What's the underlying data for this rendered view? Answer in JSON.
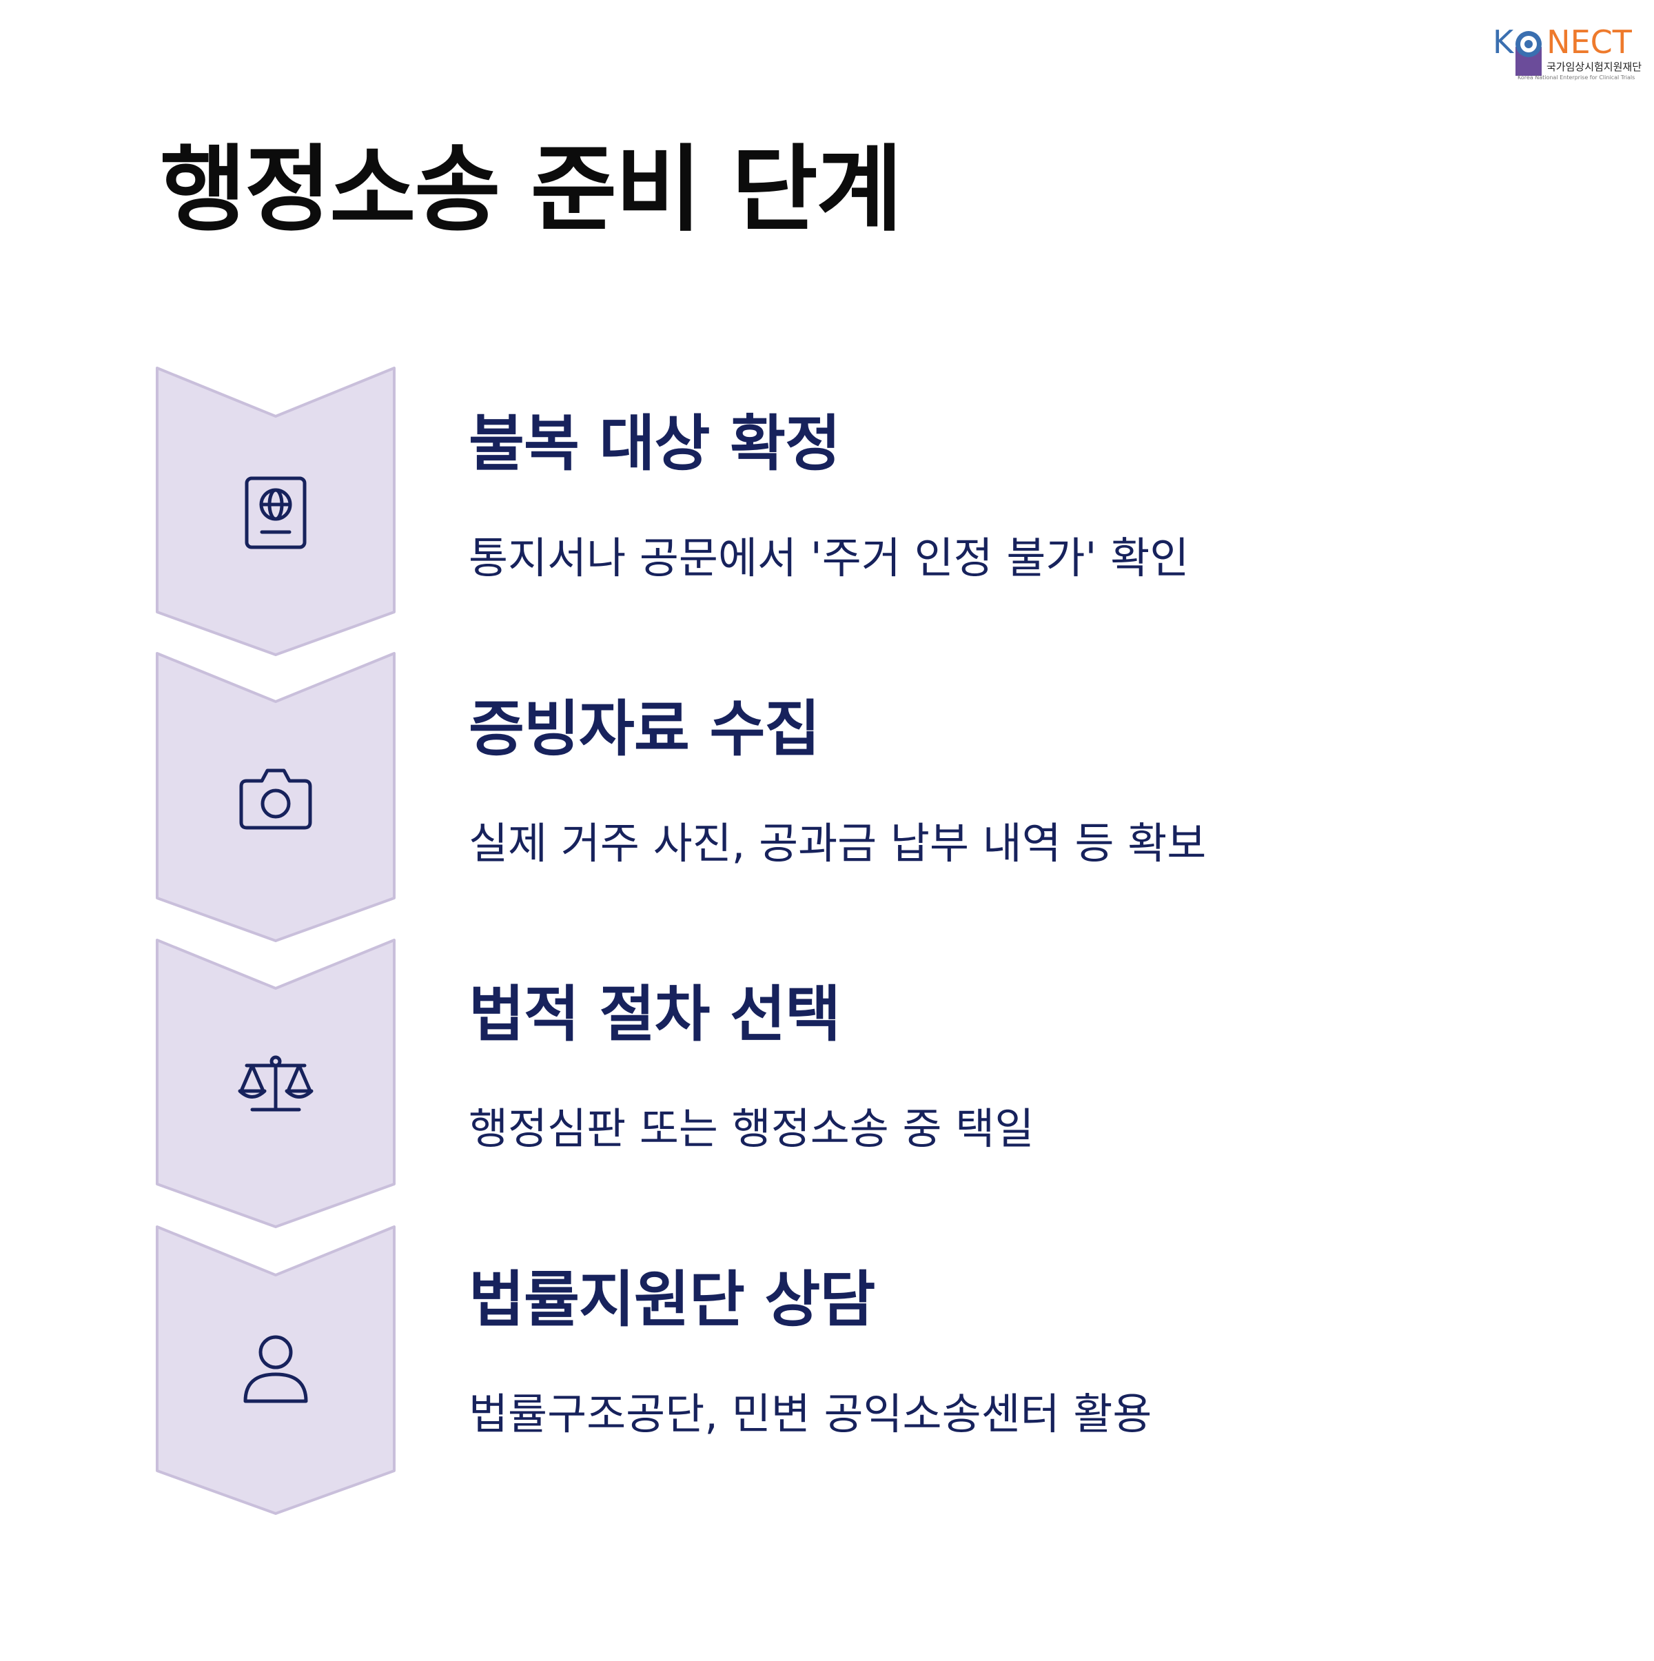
{
  "logo": {
    "word_initial": "K",
    "word_rest": "NECT",
    "korean_name": "국가임상시험지원재단",
    "english_name": "Korea National Enterprise for Clinical Trials"
  },
  "page_title": "행정소송 준비 단계",
  "colors": {
    "chevron_fill": "#e3ddee",
    "chevron_stroke": "#c9bfdb",
    "icon_stroke": "#17225c",
    "text_navy": "#17225c"
  },
  "steps": [
    {
      "title": "불복 대상 확정",
      "description": "통지서나 공문에서 '주거 인정 불가' 확인",
      "icon": "passport-icon"
    },
    {
      "title": "증빙자료 수집",
      "description": "실제 거주 사진, 공과금 납부 내역 등 확보",
      "icon": "camera-icon"
    },
    {
      "title": "법적 절차 선택",
      "description": "행정심판 또는 행정소송 중 택일",
      "icon": "scales-icon"
    },
    {
      "title": "법률지원단 상담",
      "description": "법률구조공단, 민변 공익소송센터 활용",
      "icon": "person-icon"
    }
  ]
}
